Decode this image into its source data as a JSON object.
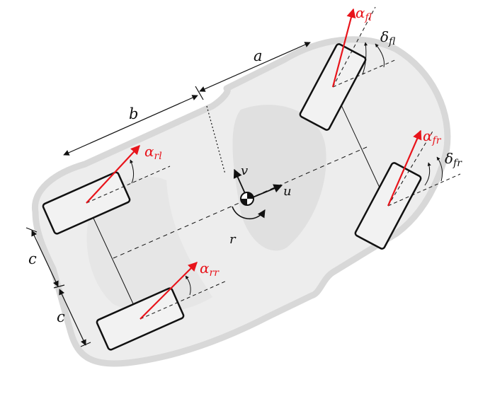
{
  "labels": {
    "a": "a",
    "b": "b",
    "c_top": "c",
    "c_bottom": "c",
    "v": "v",
    "u": "u",
    "r": "r",
    "alpha_rl": "α",
    "alpha_rl_sub": "rl",
    "alpha_rr": "α",
    "alpha_rr_sub": "rr",
    "alpha_fl": "α",
    "alpha_fl_sub": "fl",
    "alpha_fr": "α",
    "alpha_fr_sub": "fr",
    "delta_fl": "δ",
    "delta_fl_sub": "fl",
    "delta_fr": "δ",
    "delta_fr_sub": "fr"
  },
  "colors": {
    "body_fill": "#ededed",
    "body_stroke": "#d9d9d9",
    "cabin_fill": "#e0e0e0",
    "tire_stroke": "#111111",
    "velocity_arrow": "#e8141b",
    "lines": "#111111"
  }
}
